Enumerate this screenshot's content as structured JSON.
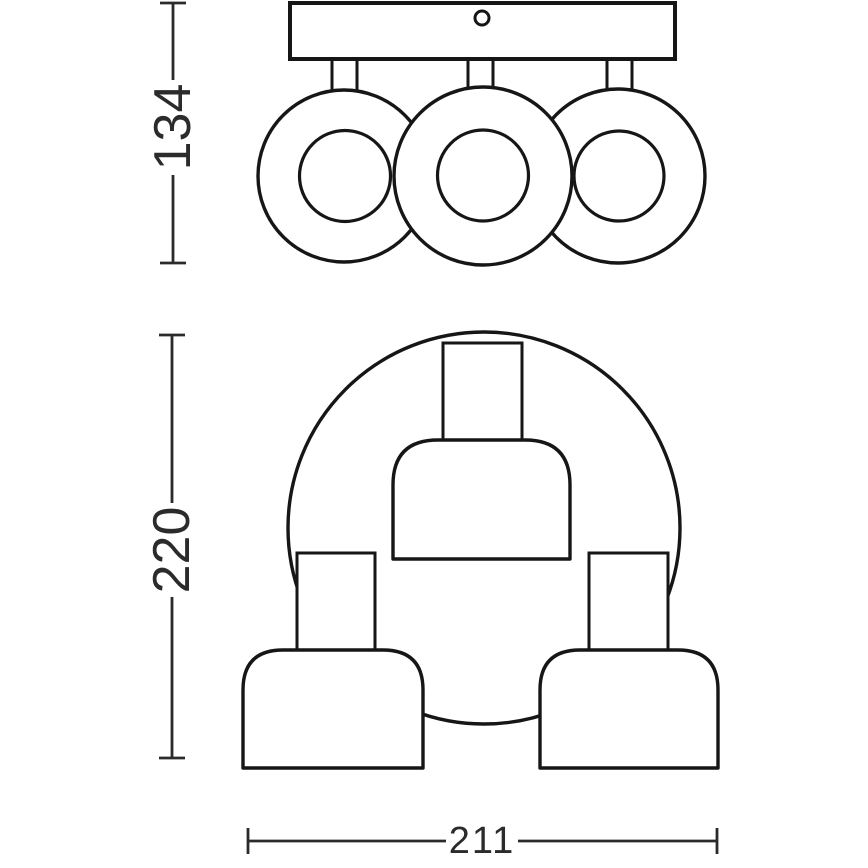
{
  "drawing": {
    "type": "technical-dimension-drawing",
    "subject": "3-spot ceiling luminaire, top view and front view",
    "background_color": "#ffffff",
    "line_color": "#161616",
    "text_color": "#2b2b2b",
    "dimensions": {
      "top_view_height": {
        "value": "134",
        "orientation": "vertical"
      },
      "front_view_height": {
        "value": "220",
        "orientation": "vertical"
      },
      "front_view_width": {
        "value": "211",
        "orientation": "horizontal"
      }
    },
    "top_view": {
      "spot_count": 3,
      "mounting_holes": 1
    },
    "front_view": {
      "spot_count": 3,
      "base_shape": "circle"
    }
  }
}
